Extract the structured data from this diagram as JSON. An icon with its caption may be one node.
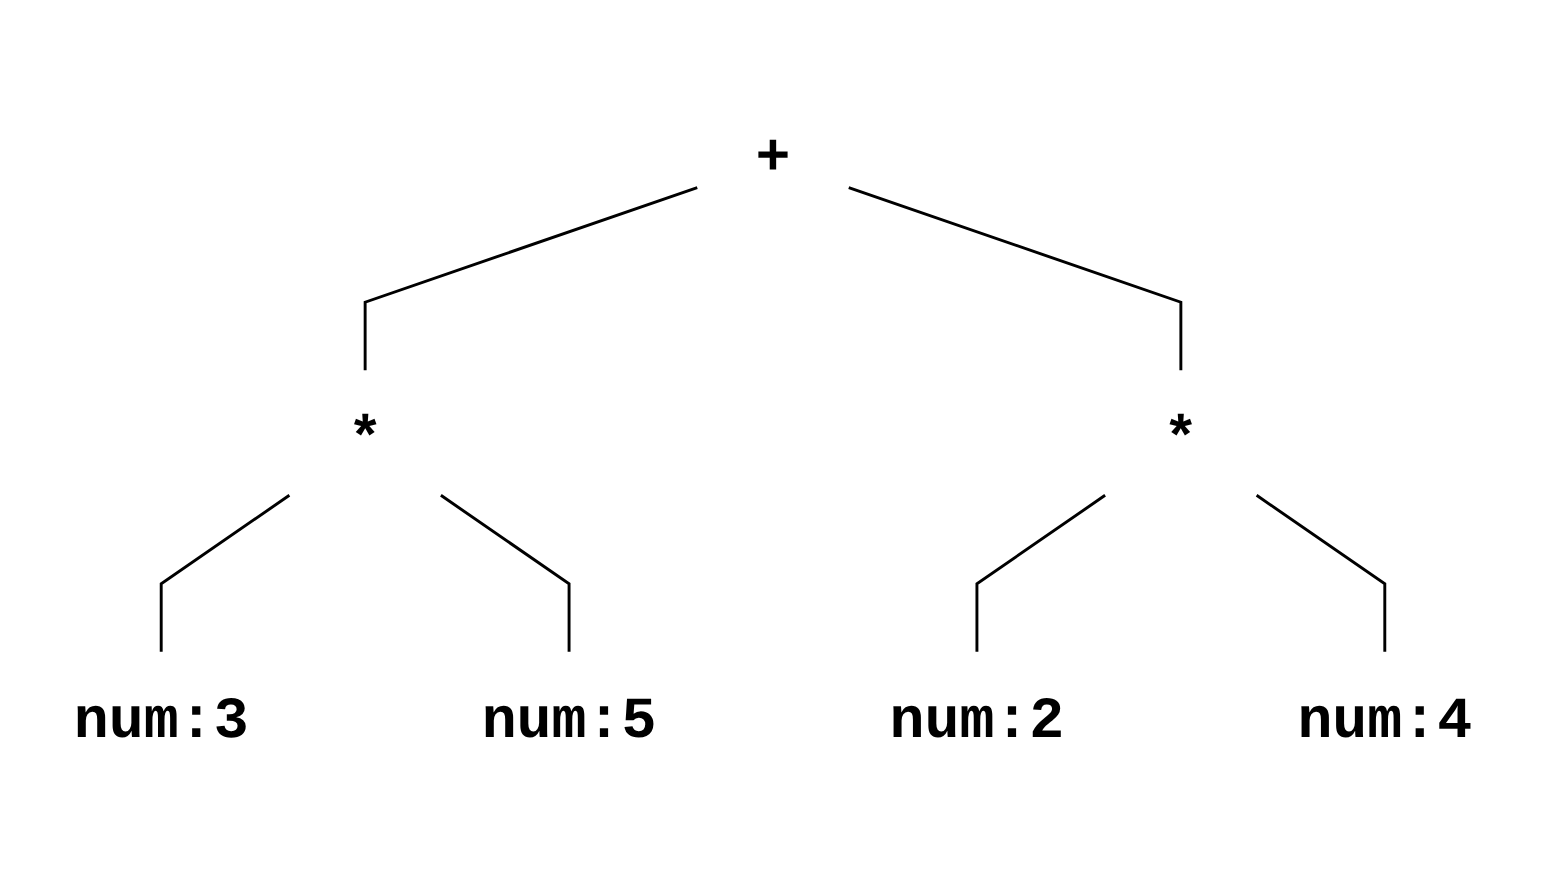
{
  "diagram": {
    "nodes": [
      {
        "text": [
          "+"
        ]
      },
      {
        "text": [
          "*"
        ]
      },
      {
        "text": [
          "*"
        ]
      },
      {
        "text": [
          "num:3"
        ]
      },
      {
        "text": [
          "num:5"
        ]
      },
      {
        "text": [
          "num:2"
        ]
      },
      {
        "text": [
          "num:4"
        ]
      }
    ],
    "edges": [
      {
        "from": 0,
        "to": 1,
        "arrow": "none"
      },
      {
        "from": 0,
        "to": 2,
        "arrow": "none"
      },
      {
        "from": 1,
        "to": 3,
        "arrow": "none"
      },
      {
        "from": 1,
        "to": 4,
        "arrow": "none"
      },
      {
        "from": 2,
        "to": 5,
        "arrow": "none"
      },
      {
        "from": 2,
        "to": 6,
        "arrow": "none"
      }
    ]
  }
}
